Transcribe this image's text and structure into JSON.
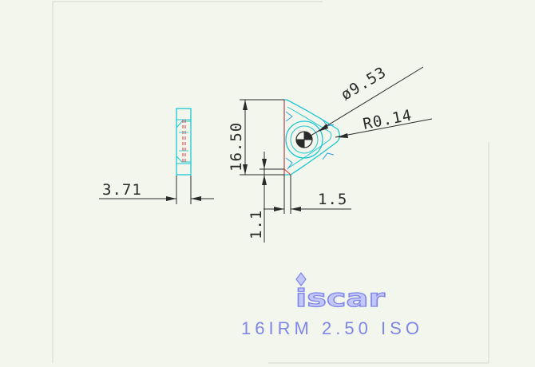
{
  "drawing": {
    "dimensions": {
      "thickness": "3.71",
      "inscribed_circle": "ø9.53",
      "corner_radius": "R0.14",
      "height": "16.50",
      "width": "1.5",
      "depth": "1.1"
    },
    "brand": "iscar",
    "part_code": "16IRM  2.50 ISO"
  },
  "colors": {
    "background": "#f3f6ec",
    "dimension_line": "#2a2a2a",
    "insert_outline": "#18c8d0",
    "hidden_line": "#e0303a",
    "brand": "#7f86e6"
  }
}
